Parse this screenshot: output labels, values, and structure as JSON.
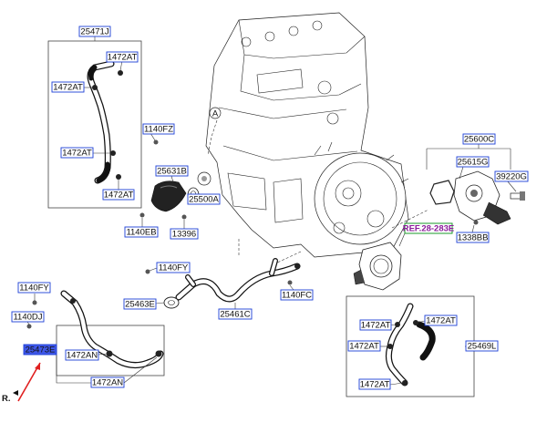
{
  "labels": {
    "p25471J": "25471J",
    "p1472AT_a": "1472AT",
    "p1472AT_b": "1472AT",
    "p1472AT_c": "1472AT",
    "p1472AT_d": "1472AT",
    "p1140FZ": "1140FZ",
    "p25631B": "25631B",
    "p25500A": "25500A",
    "p1140EB": "1140EB",
    "p13396": "13396",
    "p25600C": "25600C",
    "p25615G": "25615G",
    "p39220G": "39220G",
    "p1338BB": "1338BB",
    "ref": "REF.28-283E",
    "p1140FY_a": "1140FY",
    "p1140FY_b": "1140FY",
    "p1140FC": "1140FC",
    "p25463E": "25463E",
    "p25461C": "25461C",
    "p1140DJ": "1140DJ",
    "p25473E": "25473E",
    "p1472AN_a": "1472AN",
    "p1472AN_b": "1472AN",
    "p1472AT_e": "1472AT",
    "p1472AT_f": "1472AT",
    "p1472AT_g": "1472AT",
    "p1472AT_h": "1472AT",
    "p25469L": "25469L",
    "viewA": "A",
    "corner": "R."
  },
  "colors": {
    "tag_border": "#1c3fd6",
    "highlight": "#3f57e8",
    "ref_border": "#1a9a2a",
    "ref_text": "#8a1a9a",
    "arrow": "#e02020"
  }
}
